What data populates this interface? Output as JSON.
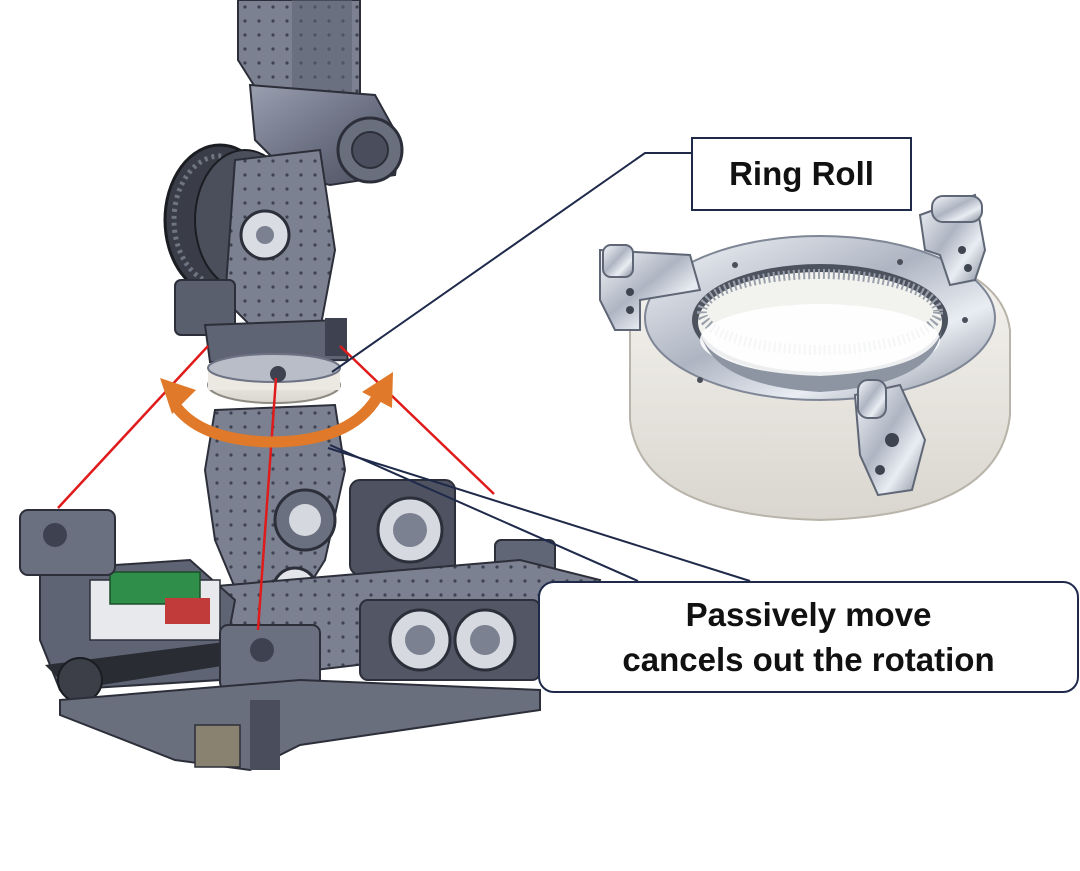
{
  "callouts": {
    "ring_roll_label": "Ring Roll",
    "passive_line1": "Passively move",
    "passive_line2": "cancels out the rotation"
  },
  "colors": {
    "robot_body": "#7c8191",
    "robot_dark": "#3e4250",
    "ring_white": "#f3f1ec",
    "rotation_arrow": "#e07a2a",
    "leader_lines": "#1f2a4a",
    "red_lines": "#e01b1b",
    "chrome": "#c9ced8",
    "pcb_green": "#2f8f4a"
  },
  "icons": [
    "rotation-arrow-icon",
    "ring-roll-part-icon"
  ]
}
